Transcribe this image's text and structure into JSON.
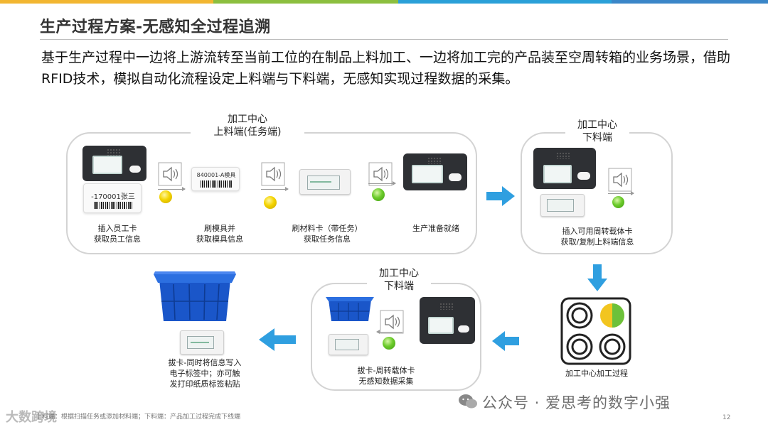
{
  "slide": {
    "title": "生产过程方案-无感知全过程追溯",
    "intro": "基于生产过程中一边将上游流转至当前工位的在制品上料加工、一边将加工完的产品装至空周转箱的业务场景，借助RFID技术，模拟自动化流程设定上料端与下料端，无感知实现过程数据的采集。",
    "page_number": "12",
    "footer_note": "上料端：根据扫描任务或添加材料端；下料端：产品加工过程完成下线端",
    "watermark": "公众号 · 爱思考的数字小强",
    "logo_watermark": "大数跨境",
    "accent_colors": [
      "#f2b631",
      "#8cbf3f",
      "#2aa0d8",
      "#3a86c8"
    ],
    "arrow_color": "#2f9fe0"
  },
  "diagram": {
    "panel1": {
      "head_line1": "加工中心",
      "head_line2": "上料端(任务端)",
      "badge_text": "-170001张三",
      "mold_label": "840001-A模具",
      "steps": [
        {
          "line1": "插入员工卡",
          "line2": "获取员工信息"
        },
        {
          "line1": "刷模具并",
          "line2": "获取模具信息"
        },
        {
          "line1": "刷材料卡（带任务）",
          "line2": "获取任务信息"
        },
        {
          "line1": "生产准备就绪",
          "line2": ""
        }
      ]
    },
    "panel2": {
      "head_line1": "加工中心",
      "head_line2": "下料端",
      "caption_line1": "插入可用周转载体卡",
      "caption_line2": "获取/复制上料端信息"
    },
    "process": {
      "caption": "加工中心加工过程"
    },
    "panel3": {
      "head_line1": "加工中心",
      "head_line2": "下料端",
      "caption_line1": "拔卡-周转载体卡",
      "caption_line2": "无感知数据采集"
    },
    "final": {
      "caption_line1": "拔卡-同时将信息写入",
      "caption_line2": "电子标签中；亦可触",
      "caption_line3": "发打印纸质标签粘贴"
    }
  }
}
